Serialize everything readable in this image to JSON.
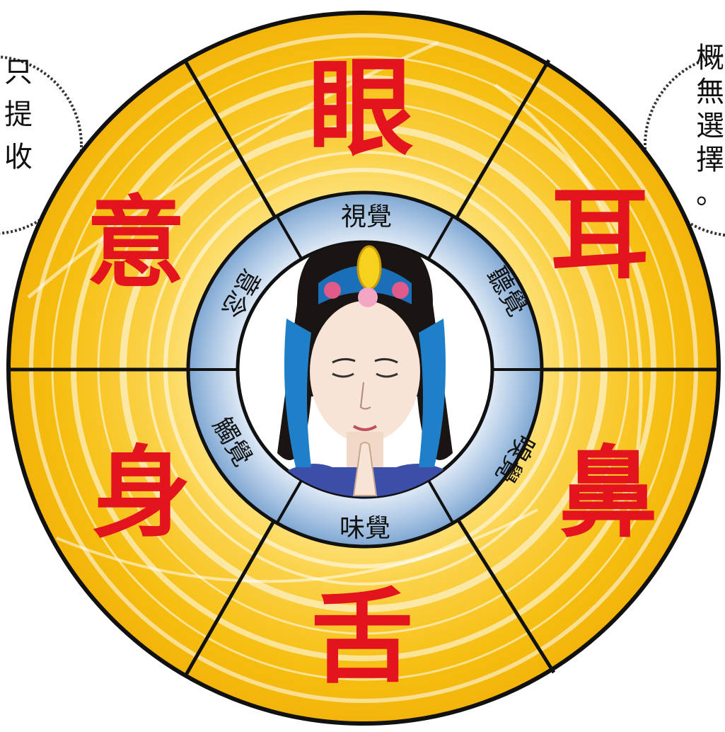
{
  "sense_organs": [
    {
      "key": "eye",
      "char": "眼"
    },
    {
      "key": "ear",
      "char": "耳"
    },
    {
      "key": "nose",
      "char": "鼻"
    },
    {
      "key": "tongue",
      "char": "舌"
    },
    {
      "key": "body",
      "char": "身"
    },
    {
      "key": "mind",
      "char": "意"
    }
  ],
  "perceptions": [
    {
      "key": "sight",
      "label": "視覺"
    },
    {
      "key": "hearing",
      "label": "聽覺"
    },
    {
      "key": "smell",
      "label": "嗅覺"
    },
    {
      "key": "taste",
      "label": "味覺"
    },
    {
      "key": "touch",
      "label": "觸覺"
    },
    {
      "key": "thought",
      "label": "意念"
    }
  ],
  "bubble_left": {
    "lines": [
      "只",
      "提",
      "收"
    ]
  },
  "bubble_right": {
    "lines": [
      "概",
      "無",
      "選",
      "擇",
      "。"
    ]
  },
  "colors": {
    "ring_gold": "#f6c21a",
    "ring_gold_light": "#fde57a",
    "organ_red": "#e4141e",
    "inner_blue": "#9fbfe0",
    "inner_blue_light": "#dbe8f6",
    "divider": "#111111",
    "hair": "#1a1512",
    "veil_blue": "#1f7fc8",
    "skin": "#f7e4d6"
  }
}
